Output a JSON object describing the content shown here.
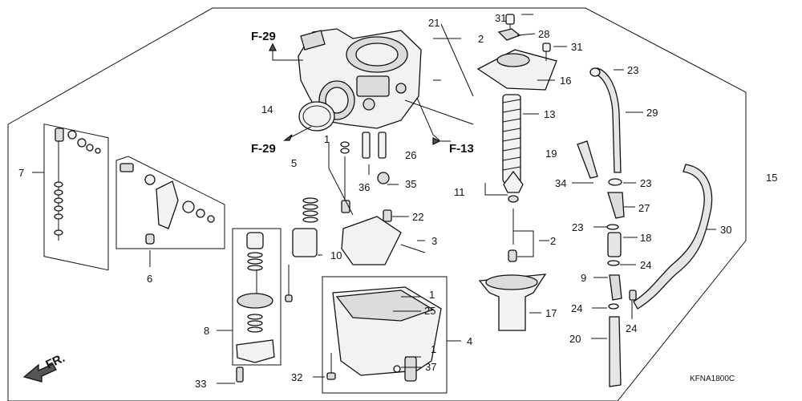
{
  "diagram": {
    "labels": [
      {
        "id": "l1a",
        "text": "1"
      },
      {
        "id": "l1b",
        "text": "1"
      },
      {
        "id": "l1c",
        "text": "1"
      },
      {
        "id": "l2a",
        "text": "2"
      },
      {
        "id": "l2b",
        "text": "2"
      },
      {
        "id": "l3",
        "text": "3"
      },
      {
        "id": "l4",
        "text": "4"
      },
      {
        "id": "l5",
        "text": "5"
      },
      {
        "id": "l6",
        "text": "6"
      },
      {
        "id": "l7",
        "text": "7"
      },
      {
        "id": "l8",
        "text": "8"
      },
      {
        "id": "l9",
        "text": "9"
      },
      {
        "id": "l10",
        "text": "10"
      },
      {
        "id": "l11",
        "text": "11"
      },
      {
        "id": "l13",
        "text": "13"
      },
      {
        "id": "l14",
        "text": "14"
      },
      {
        "id": "l15",
        "text": "15"
      },
      {
        "id": "l16",
        "text": "16"
      },
      {
        "id": "l17",
        "text": "17"
      },
      {
        "id": "l18",
        "text": "18"
      },
      {
        "id": "l19",
        "text": "19"
      },
      {
        "id": "l20",
        "text": "20"
      },
      {
        "id": "l21",
        "text": "21"
      },
      {
        "id": "l22",
        "text": "22"
      },
      {
        "id": "l23a",
        "text": "23"
      },
      {
        "id": "l23b",
        "text": "23"
      },
      {
        "id": "l23c",
        "text": "23"
      },
      {
        "id": "l24a",
        "text": "24"
      },
      {
        "id": "l24b",
        "text": "24"
      },
      {
        "id": "l24c",
        "text": "24"
      },
      {
        "id": "l25",
        "text": "25"
      },
      {
        "id": "l26",
        "text": "26"
      },
      {
        "id": "l27",
        "text": "27"
      },
      {
        "id": "l28",
        "text": "28"
      },
      {
        "id": "l29",
        "text": "29"
      },
      {
        "id": "l30",
        "text": "30"
      },
      {
        "id": "l31a",
        "text": "31"
      },
      {
        "id": "l31b",
        "text": "31"
      },
      {
        "id": "l32",
        "text": "32"
      },
      {
        "id": "l33",
        "text": "33"
      },
      {
        "id": "l34",
        "text": "34"
      },
      {
        "id": "l35",
        "text": "35"
      },
      {
        "id": "l36",
        "text": "36"
      },
      {
        "id": "l37",
        "text": "37"
      }
    ],
    "refs": [
      {
        "id": "r1",
        "text": "F-29"
      },
      {
        "id": "r2",
        "text": "F-29"
      },
      {
        "id": "r3",
        "text": "F-13"
      }
    ],
    "front_marker": "FR.",
    "drawing_code": "KFNA1800C"
  }
}
